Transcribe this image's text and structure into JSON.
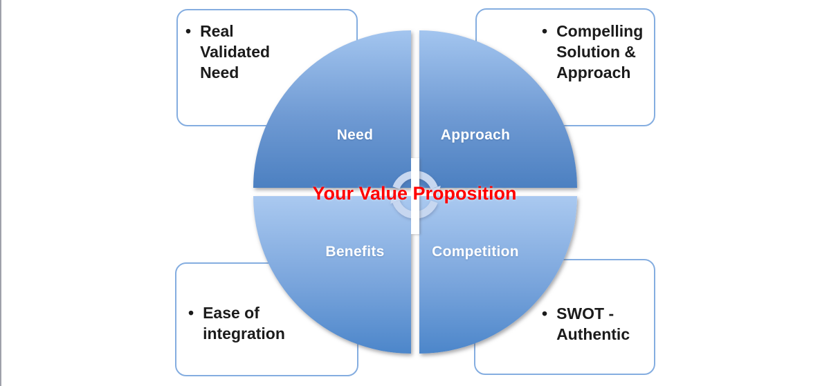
{
  "diagram": {
    "title": {
      "text": "Your Value Proposition",
      "color": "#ff0000"
    },
    "center_icon": "cycle-arrows-icon",
    "quadrants": [
      {
        "id": "need",
        "label": "Need"
      },
      {
        "id": "approach",
        "label": "Approach"
      },
      {
        "id": "benefits",
        "label": "Benefits"
      },
      {
        "id": "competition",
        "label": "Competition"
      }
    ],
    "callouts": [
      {
        "position": "top-left",
        "bullet": "•",
        "text": "Real Validated Need"
      },
      {
        "position": "top-right",
        "bullet": "•",
        "text": "Compelling Solution & Approach"
      },
      {
        "position": "bottom-left",
        "bullet": "•",
        "text": "Ease of integration"
      },
      {
        "position": "bottom-right",
        "bullet": "•",
        "text": "SWOT - Authentic"
      }
    ],
    "colors": {
      "title_red": "#ff0000",
      "quadrant_gradient_top_start": "#a3c5ef",
      "quadrant_gradient_top_end": "#4c80c1",
      "quadrant_gradient_bottom_start": "#aac9f0",
      "quadrant_gradient_bottom_end": "#4c86ca",
      "callout_border": "#84ade0",
      "quadrant_label_text": "#ffffff",
      "icon_blue": "#c7d7f0"
    }
  }
}
